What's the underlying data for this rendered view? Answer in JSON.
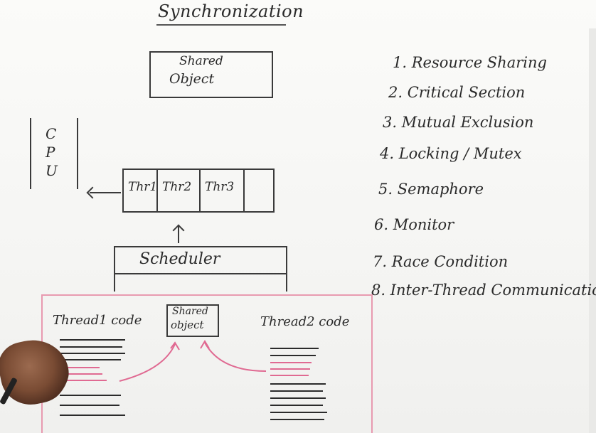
{
  "title": "Synchronization",
  "shared_object_top": {
    "line1": "Shared",
    "line2": "Object"
  },
  "cpu": {
    "letters": [
      "C",
      "P",
      "U"
    ]
  },
  "threads": [
    "Thr1",
    "Thr2",
    "Thr3",
    ""
  ],
  "scheduler": "Scheduler",
  "topics": [
    "1. Resource Sharing",
    "2. Critical Section",
    "3. Mutual Exclusion",
    "4. Locking / Mutex",
    "5. Semaphore",
    "6. Monitor",
    "7. Race Condition",
    "8. Inter-Thread Communicatio"
  ],
  "bottom": {
    "thread1_label": "Thread1 code",
    "thread2_label": "Thread2 code",
    "shared_line1": "Shared",
    "shared_line2": "object"
  },
  "colors": {
    "ink": "#2b2b2b",
    "pink": "#e06a92",
    "board": "#f7f7f5"
  }
}
